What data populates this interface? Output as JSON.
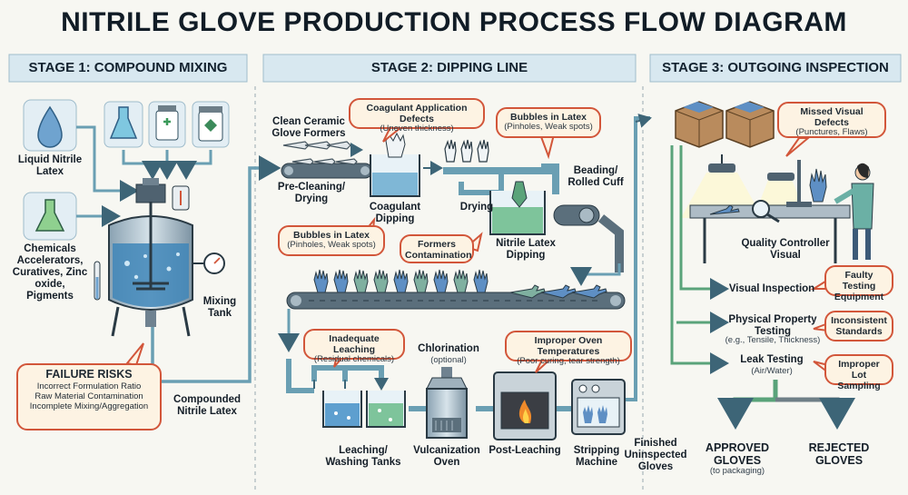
{
  "title": "NITRILE GLOVE PRODUCTION PROCESS FLOW DIAGRAM",
  "stages": [
    {
      "label": "STAGE 1: COMPOUND MIXING"
    },
    {
      "label": "STAGE 2: DIPPING LINE"
    },
    {
      "label": "STAGE 3: OUTGOING INSPECTION"
    }
  ],
  "stage1": {
    "latex": "Liquid Nitrile Latex",
    "chemicals": "Chemicals Accelerators, Curatives, Zinc oxide, Pigments",
    "mixing_tank": "Mixing Tank",
    "compounded": "Compounded Nitrile Latex",
    "failure_title": "FAILURE RISKS",
    "failure_items": [
      "Incorrect Formulation Ratio",
      "Raw Material Contamination",
      "Incomplete Mixing/Aggregation"
    ]
  },
  "stage2": {
    "formers": "Clean Ceramic Glove Formers",
    "pre_cleaning": "Pre-Cleaning/ Drying",
    "coagulant": "Coagulant Dipping",
    "drying": "Drying",
    "beading": "Beading/ Rolled Cuff",
    "latex_dipping": "Nitrile Latex Dipping",
    "chlorination": "Chlorination",
    "chlorination_note": "(optional)",
    "leaching": "Leaching/ Washing Tanks",
    "vulcanization": "Vulcanization Oven",
    "post_leaching": "Post-Leaching",
    "stripping": "Stripping Machine",
    "finished": "Finished Uninspected Gloves"
  },
  "stage3": {
    "qc": "Quality Controller Visual",
    "visual": "Visual Inspection",
    "physical": "Physical Property Testing",
    "physical_note": "(e.g., Tensile, Thickness)",
    "leak": "Leak Testing",
    "leak_note": "(Air/Water)",
    "approved": "APPROVED GLOVES",
    "approved_note": "(to packaging)",
    "rejected": "REJECTED GLOVES"
  },
  "bubbles": {
    "coag_defects": {
      "title": "Coagulant Application Defects",
      "sub": "(Uneven thickness)"
    },
    "bubbles_top": {
      "title": "Bubbles in Latex",
      "sub": "(Pinholes, Weak spots)"
    },
    "bubbles_mid": {
      "title": "Bubbles in Latex",
      "sub": "(Pinholes, Weak spots)"
    },
    "formers_contam": {
      "title": "Formers Contamination"
    },
    "leaching": {
      "title": "Inadequate Leaching",
      "sub": "(Residual chemicals)"
    },
    "oven": {
      "title": "Improper Oven Temperatures",
      "sub": "(Poor curing, tear strength)"
    },
    "missed": {
      "title": "Missed Visual Defects",
      "sub": "(Punctures, Flaws)"
    },
    "faulty": {
      "title": "Faulty Testing Equipment"
    },
    "inconsistent": {
      "title": "Inconsistent Standards"
    },
    "sampling": {
      "title": "Improper Lot Sampling"
    }
  },
  "colors": {
    "pipe": "#6a9fb3",
    "pipe_dark": "#3d6577",
    "banner": "#d8e8f0",
    "risk_border": "#d2563a",
    "risk_fill": "#fdf3e3",
    "glove_blue": "#5e8fc4",
    "glove_green": "#7fb0a0",
    "approved": "#5aa37a",
    "rejected": "#6f7f87"
  }
}
